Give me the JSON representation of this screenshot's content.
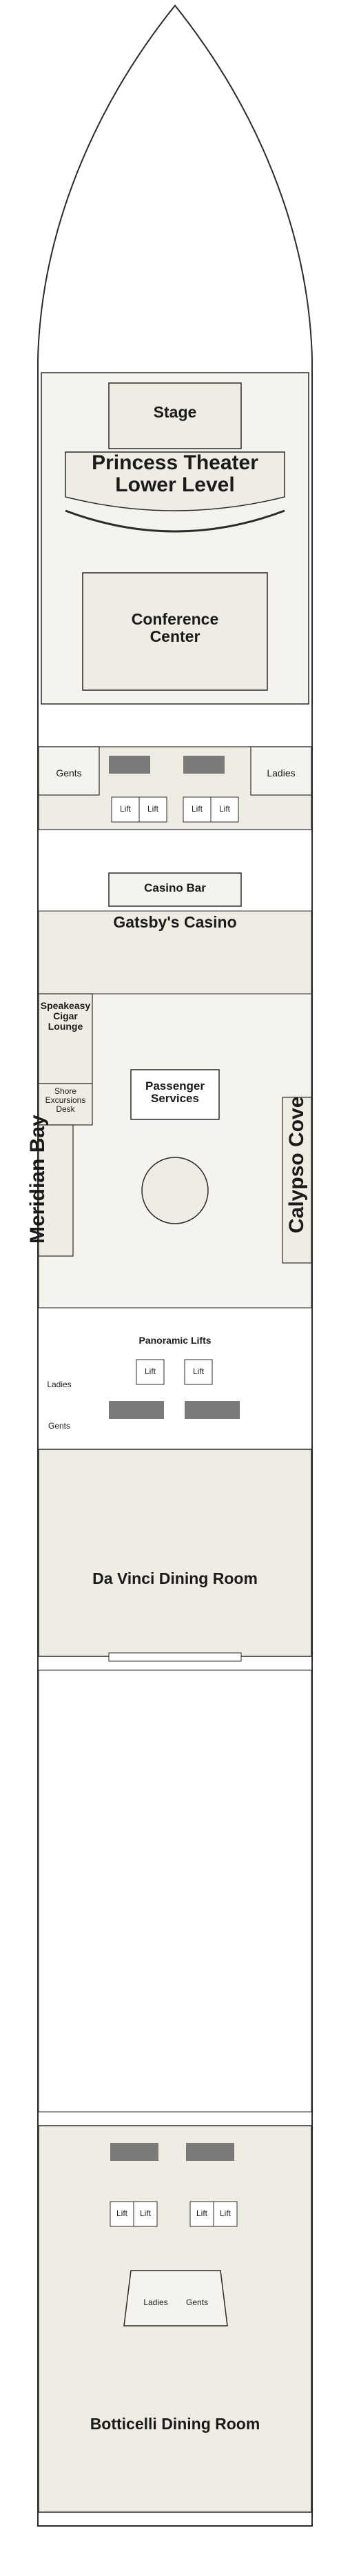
{
  "deck": {
    "colors": {
      "hull": "#f4f3ee",
      "public": "#efece4",
      "outline": "#2b2b2b",
      "stair": "#7a7a78"
    },
    "stage": "Stage",
    "theater": "Princess Theater\nLower Level",
    "conference": "Conference\nCenter",
    "gents": "Gents",
    "ladies": "Ladies",
    "lift": "Lift",
    "casino_bar": "Casino Bar",
    "casino": "Gatsby's Casino",
    "speakeasy": "Speakeasy\nCigar\nLounge",
    "shore": "Shore\nExcursions\nDesk",
    "passenger_services": "Passenger\nServices",
    "meridian": "Meridian Bay",
    "calypso": "Calypso Cove",
    "panoramic_lifts": "Panoramic Lifts",
    "davinci": "Da Vinci Dining Room",
    "botticelli": "Botticelli Dining Room"
  }
}
